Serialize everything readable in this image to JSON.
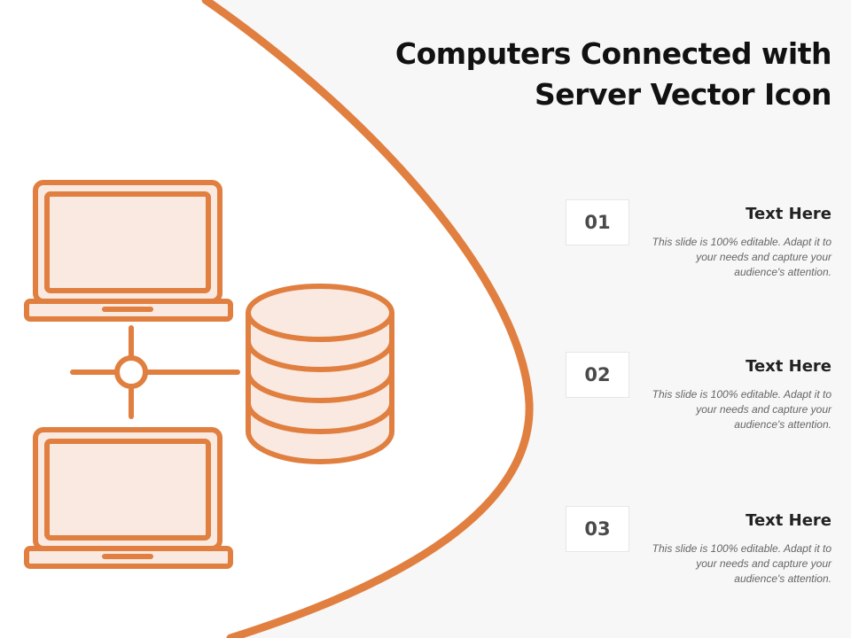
{
  "slide": {
    "title": "Computers Connected with Server Vector Icon",
    "accent_color": "#e07f3f",
    "icon_fill_color": "#fae9e1",
    "items": [
      {
        "number": "01",
        "heading": "Text Here",
        "body": "This slide is 100% editable. Adapt it to your needs and capture your audience's attention."
      },
      {
        "number": "02",
        "heading": "Text Here",
        "body": "This slide is 100% editable. Adapt it to your needs and capture your audience's attention."
      },
      {
        "number": "03",
        "heading": "Text Here",
        "body": "This slide is 100% editable. Adapt it to your needs and capture your audience's attention."
      }
    ]
  },
  "icons": [
    "laptop-icon",
    "laptop-icon",
    "database-server-icon",
    "network-node-icon"
  ]
}
